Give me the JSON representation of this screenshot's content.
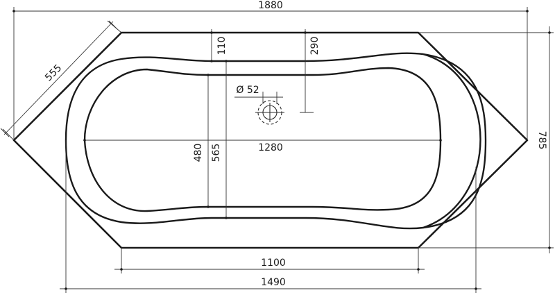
{
  "dimensions": {
    "overall_length": "1880",
    "overall_width": "785",
    "diagonal_edge": "555",
    "top_to_inner_rim": "110",
    "top_to_drain": "290",
    "drain_diameter": "Ø 52",
    "basin_inner_width": "480",
    "basin_outer_width": "565",
    "basin_length": "1280",
    "straight_side_length": "1100",
    "outer_rim_length": "1490"
  }
}
